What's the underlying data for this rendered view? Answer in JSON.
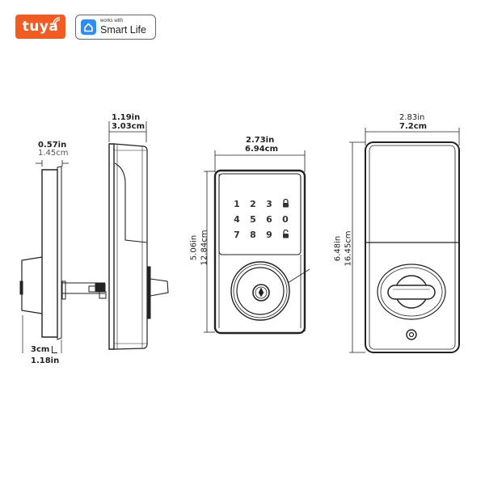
{
  "badges": {
    "tuya": {
      "label": "tuya",
      "color": "#f25c22",
      "icon": "wifi-signal-icon"
    },
    "smart_life": {
      "caption": "works with",
      "label": "Smart Life",
      "icon_color": "#2f8cf5",
      "icon": "home-icon"
    }
  },
  "side_view": {
    "inner_depth": {
      "in": "0.57in",
      "cm": "1.45cm"
    },
    "outer_depth": {
      "in": "1.19in",
      "cm": "3.03cm"
    },
    "bolt_base": {
      "cm": "3cm",
      "in": "1.18in"
    }
  },
  "front_view": {
    "width": {
      "in": "2.73in",
      "cm": "6.94cm"
    },
    "height": {
      "in": "5.06in",
      "cm": "12.84cm"
    },
    "keypad": [
      [
        "1",
        "2",
        "3",
        "lock-closed-icon"
      ],
      [
        "4",
        "5",
        "6",
        "0"
      ],
      [
        "7",
        "8",
        "9",
        "lock-open-icon"
      ]
    ],
    "keypad_labels": [
      "1",
      "2",
      "3",
      "4",
      "5",
      "6",
      "0",
      "7",
      "8",
      "9"
    ]
  },
  "back_view": {
    "width": {
      "in": "2.83in",
      "cm": "7.2cm"
    },
    "height": {
      "in": "6.48in",
      "cm": "16.45cm"
    }
  },
  "colors": {
    "line": "#222222",
    "background": "#ffffff"
  }
}
